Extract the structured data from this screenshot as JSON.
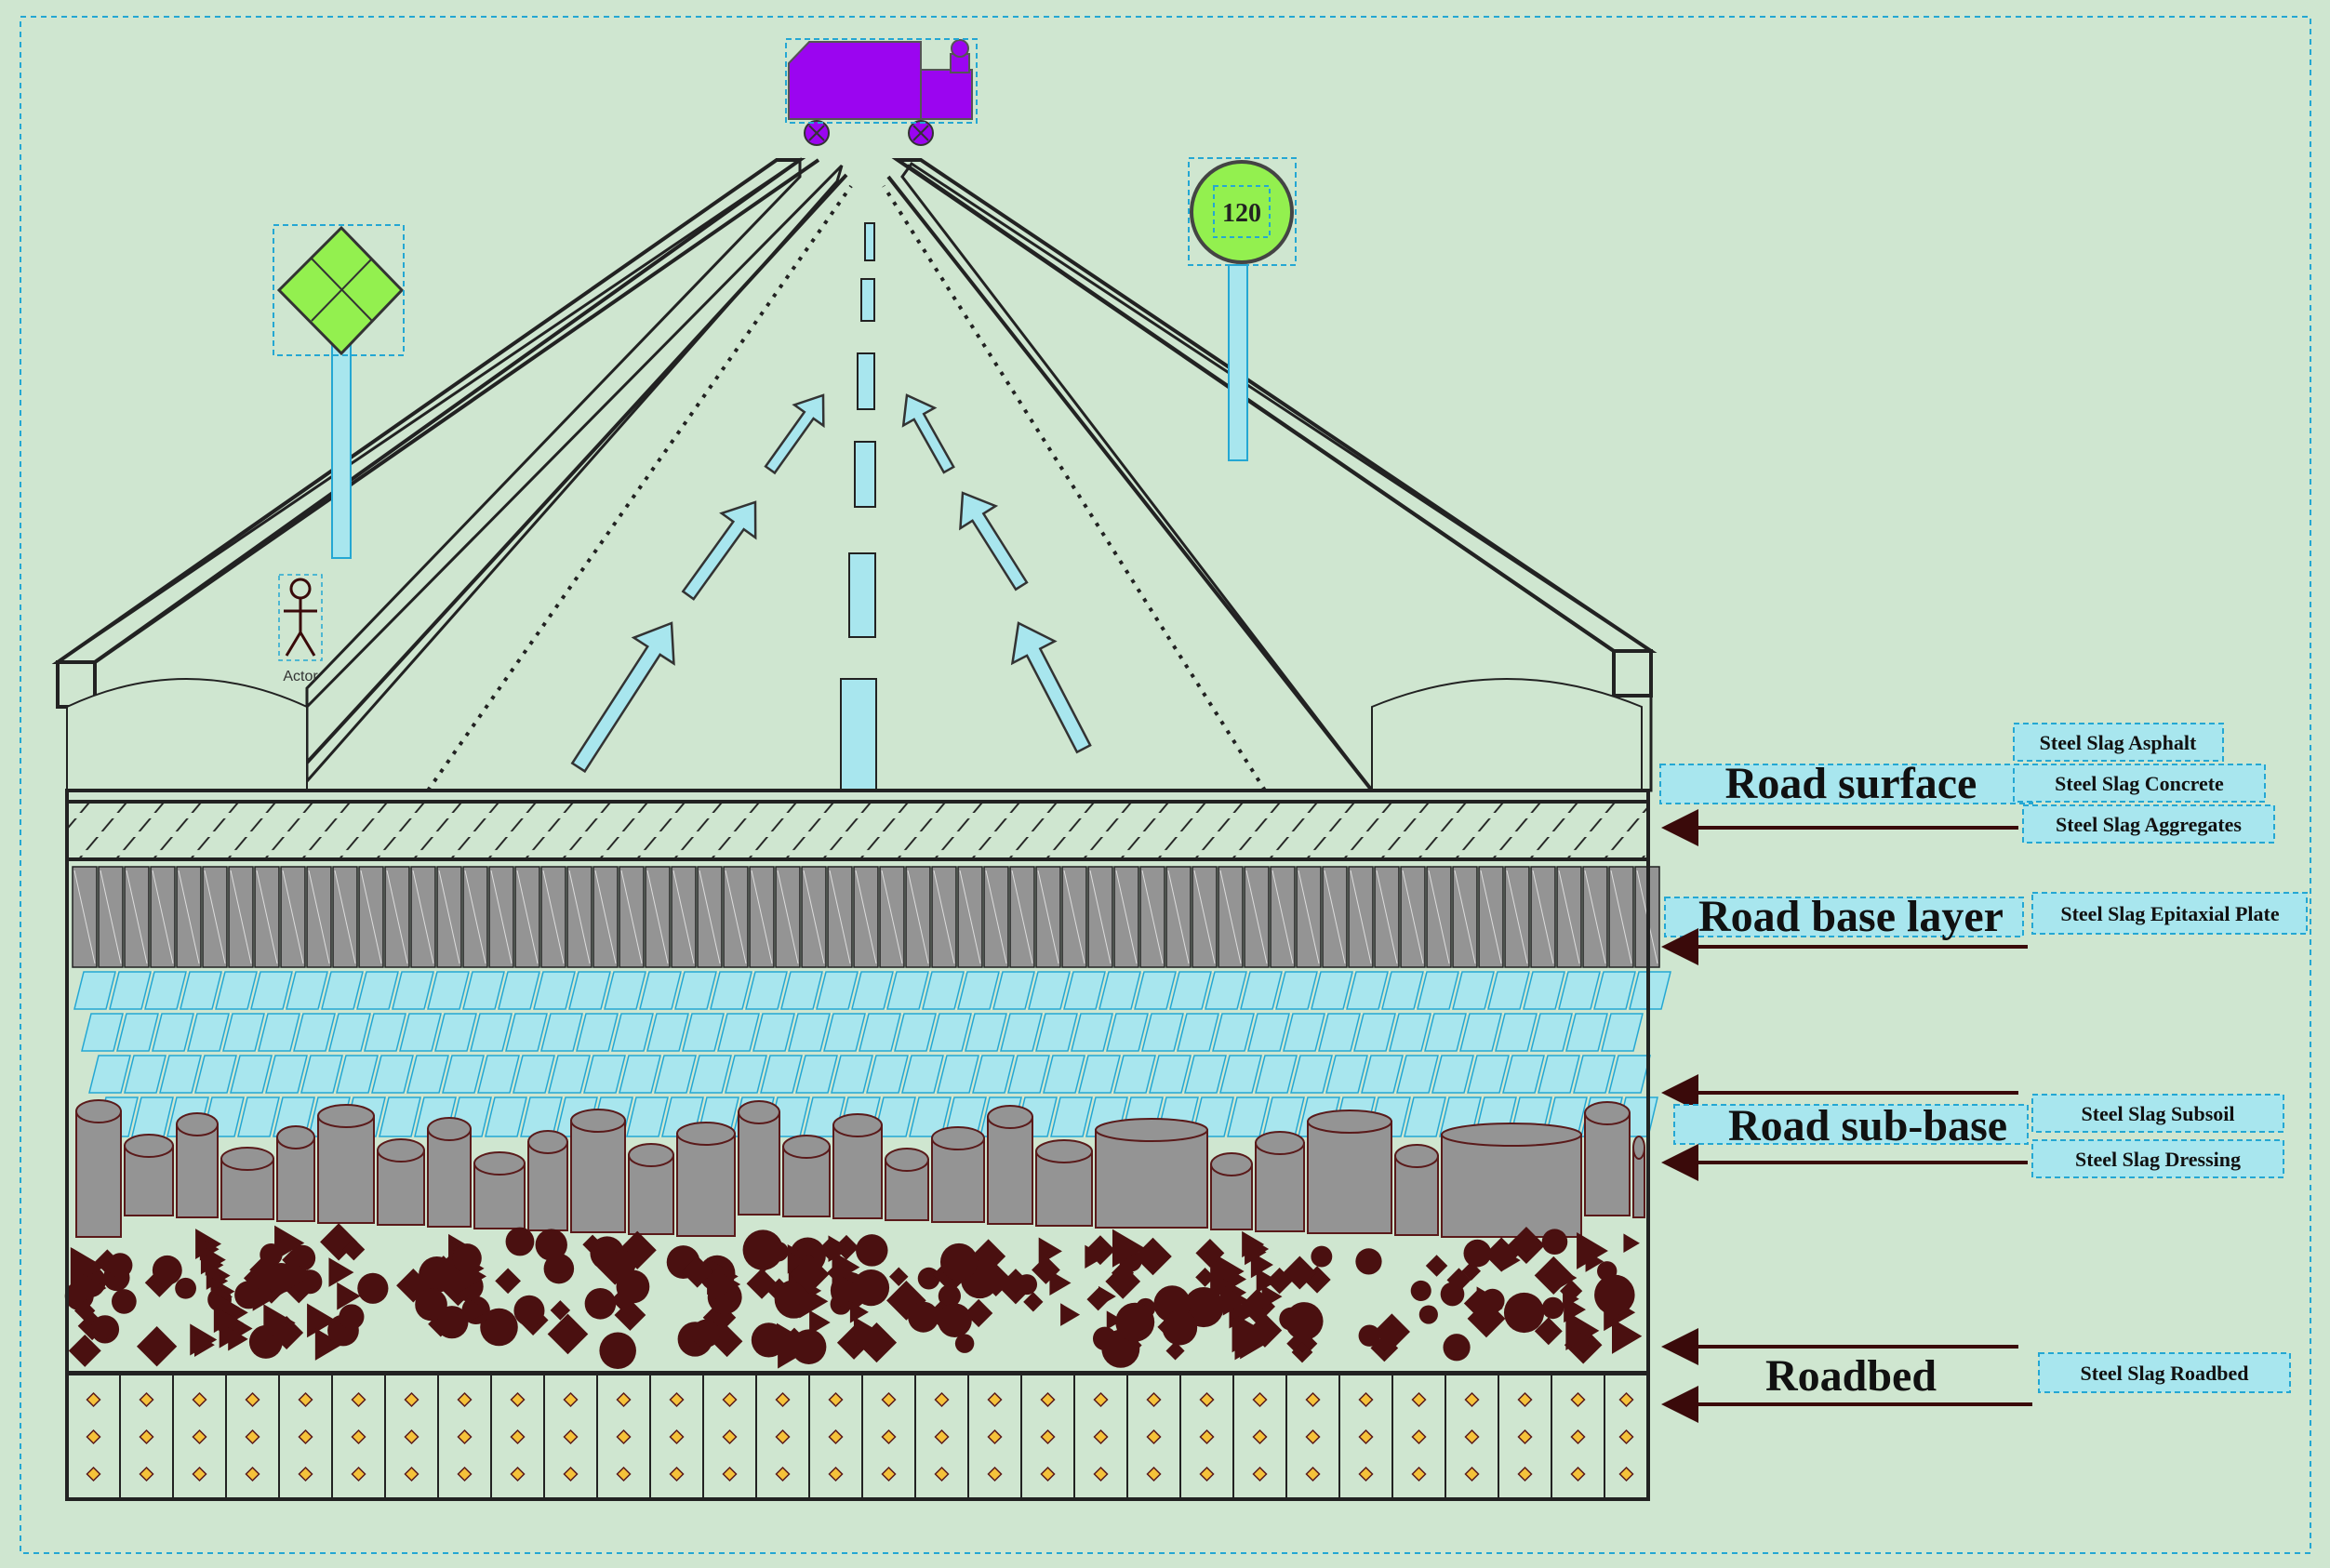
{
  "colors": {
    "background": "#cfe6d0",
    "cyan": "#a8e6ee",
    "cyan_dark": "#24a7d3",
    "grey_block": "#949494",
    "dark_fill": "#4a1010",
    "truck": "#9b05f0",
    "sign_green": "#93f04f",
    "diamond_yellow": "#f5c23a"
  },
  "actor": {
    "label": "Actor"
  },
  "speed_sign": {
    "value": "120"
  },
  "layers": {
    "road_surface": {
      "title": "Road surface",
      "materials": [
        "Steel Slag Asphalt",
        "Steel Slag Concrete",
        "Steel Slag Aggregates"
      ]
    },
    "road_base": {
      "title": "Road base layer",
      "materials": [
        "Steel Slag Epitaxial Plate"
      ]
    },
    "road_subbase": {
      "title": "Road sub-base",
      "materials": [
        "Steel Slag Subsoil",
        "Steel Slag Dressing"
      ]
    },
    "roadbed": {
      "title": "Roadbed",
      "materials": [
        "Steel Slag Roadbed"
      ]
    }
  },
  "icons": [
    "truck-icon",
    "diamond-sign-icon",
    "speed-limit-sign-icon",
    "actor-icon",
    "arrow-icon"
  ]
}
